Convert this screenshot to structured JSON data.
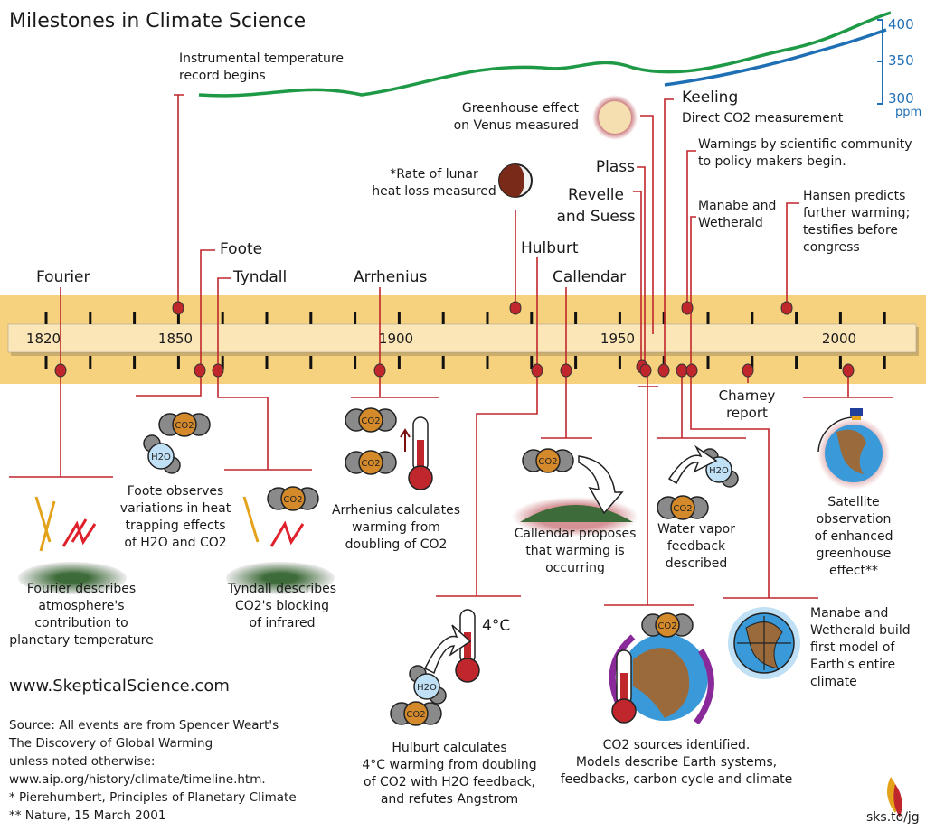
{
  "title": "Milestones in Climate Science",
  "timeline": {
    "years": [
      "1820",
      "1850",
      "1900",
      "1950",
      "2000"
    ]
  },
  "ppm_axis": {
    "ticks": [
      "400",
      "350",
      "300"
    ],
    "unit": "ppm",
    "color": "#1f6fb5"
  },
  "colors": {
    "accent": "#c0272d",
    "band": "#f6d27e",
    "bar": "#fbe6b8",
    "temperature_line": "#1e9a46",
    "co2_line": "#1f6fb5"
  },
  "above": {
    "instrumental": [
      "Instrumental temperature",
      "record begins"
    ],
    "venus": [
      "Greenhouse effect",
      "on Venus measured"
    ],
    "keeling_name": "Keeling",
    "keeling_desc": "Direct CO2 measurement",
    "warnings": [
      "Warnings by scientific community",
      "to policy makers begin."
    ],
    "lunar": [
      "*Rate of lunar",
      "heat loss measured"
    ],
    "plass": "Plass",
    "revelle": [
      "Revelle",
      "and Suess"
    ],
    "manabe": [
      "Manabe and",
      "Wetherald"
    ],
    "hansen": [
      "Hansen predicts",
      "further warming;",
      "testifies before",
      "congress"
    ],
    "foote": "Foote",
    "hulburt": "Hulburt",
    "fourier": "Fourier",
    "tyndall": "Tyndall",
    "arrhenius": "Arrhenius",
    "callendar": "Callendar"
  },
  "below": {
    "charney": [
      "Charney",
      "report"
    ],
    "fourier": [
      "Fourier describes",
      "atmosphere's",
      "contribution to",
      "planetary temperature"
    ],
    "foote": [
      "Foote observes",
      "variations in heat",
      "trapping effects",
      "of H2O and CO2"
    ],
    "tyndall": [
      "Tyndall describes",
      "CO2's blocking",
      "of infrared"
    ],
    "arrhenius": [
      "Arrhenius calculates",
      "warming from",
      "doubling of CO2"
    ],
    "callendar": [
      "Callendar proposes",
      "that warming is",
      "occurring"
    ],
    "water_vapor": [
      "Water vapor",
      "feedback",
      "described"
    ],
    "satellite": [
      "Satellite",
      "observation",
      "of enhanced",
      "greenhouse",
      "effect**"
    ],
    "hulburt": [
      "Hulburt calculates",
      "4°C warming from doubling",
      "of CO2 with H2O feedback,",
      "and refutes Angstrom"
    ],
    "co2_sources": [
      "CO2 sources identified.",
      "Models describe Earth systems,",
      "feedbacks, carbon cycle and climate"
    ],
    "manabe_model": [
      "Manabe and",
      "Wetherald build",
      "first model of",
      "Earth's entire",
      "climate"
    ],
    "four_c": "4°C"
  },
  "footer": {
    "website": "www.SkepticalScience.com",
    "source": [
      "Source: All events are from Spencer Weart's",
      "The Discovery of Global Warming",
      "unless noted otherwise:",
      "www.aip.org/history/climate/timeline.htm.",
      "* Pierehumbert, Principles of Planetary Climate",
      "** Nature, 15 March 2001"
    ],
    "shortlink": "sks.to/jg"
  },
  "icons": {
    "co2": "CO2",
    "h2o": "H2O"
  }
}
